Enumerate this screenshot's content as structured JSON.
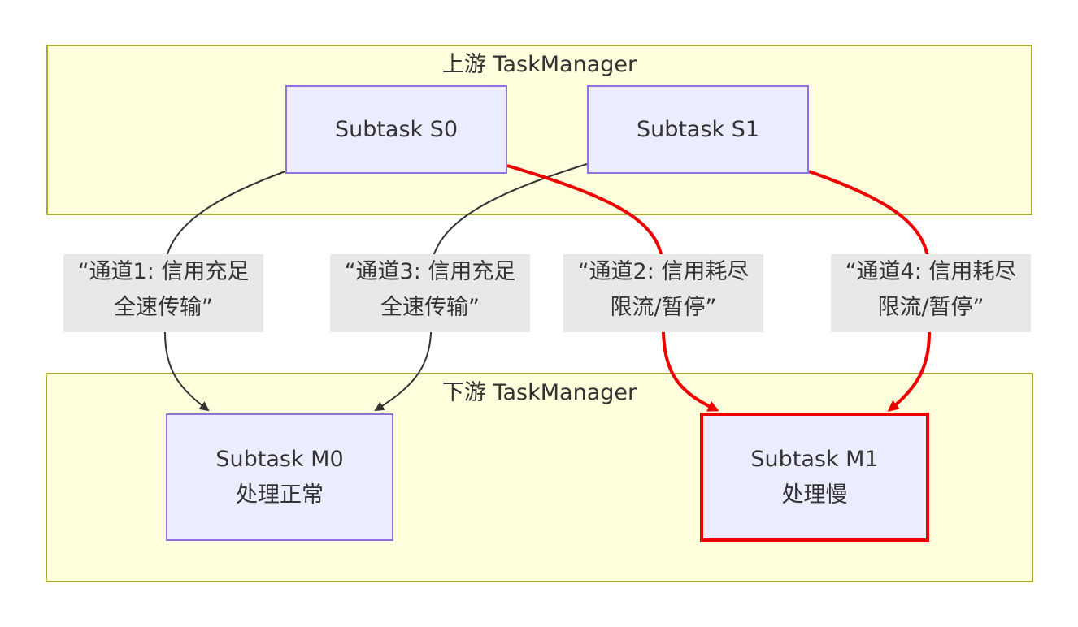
{
  "clusters": {
    "upstream": "上游 TaskManager",
    "downstream": "下游 TaskManager"
  },
  "nodes": {
    "s0": "Subtask S0",
    "s1": "Subtask S1",
    "m0_line1": "Subtask M0",
    "m0_line2": "处理正常",
    "m1_line1": "Subtask M1",
    "m1_line2": "处理慢"
  },
  "edges": [
    {
      "from": "Subtask S0",
      "to": "Subtask M0",
      "label_line1": "“通道1: 信用充足",
      "label_line2": "全速传输”",
      "color": "#333333"
    },
    {
      "from": "Subtask S0",
      "to": "Subtask M1",
      "label_line1": "“通道2: 信用耗尽",
      "label_line2": "限流/暂停”",
      "color": "#ee0000"
    },
    {
      "from": "Subtask S1",
      "to": "Subtask M0",
      "label_line1": "“通道3: 信用充足",
      "label_line2": "全速传输”",
      "color": "#333333"
    },
    {
      "from": "Subtask S1",
      "to": "Subtask M1",
      "label_line1": "“通道4: 信用耗尽",
      "label_line2": "限流/暂停”",
      "color": "#ee0000"
    }
  ],
  "colors": {
    "cluster_fill": "#ffffde",
    "cluster_border": "#aaaa33",
    "node_fill": "#ececff",
    "node_border": "#9370db",
    "slow_border": "#ee0000",
    "label_bg": "#e8e8e8"
  }
}
